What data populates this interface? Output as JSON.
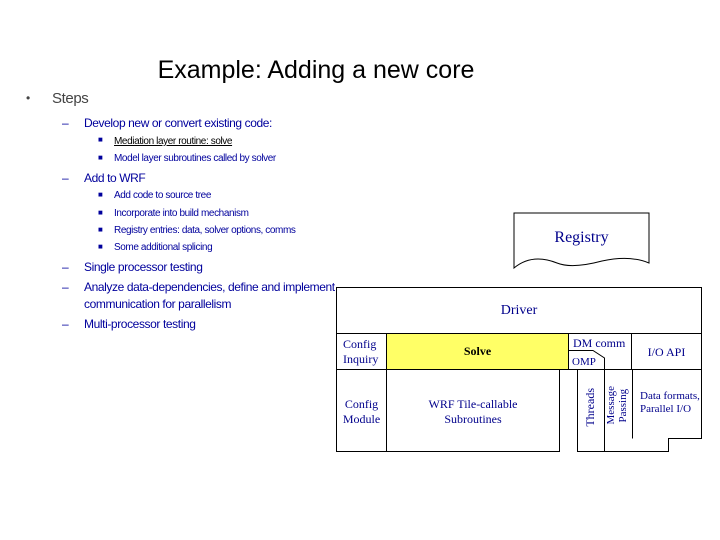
{
  "title": "Example: Adding a new core",
  "steps": {
    "heading": "Steps",
    "items": [
      {
        "label": "Develop new or convert existing code:",
        "sub": [
          "Mediation layer routine: solve",
          "Model layer subroutines called by solver"
        ]
      },
      {
        "label": "Add to WRF",
        "sub": [
          "Add code to source tree",
          "Incorporate into build mechanism",
          "Registry entries: data, solver options, comms",
          "Some additional splicing"
        ]
      },
      {
        "label": "Single processor testing"
      },
      {
        "label": "Analyze data-dependencies, define and implement",
        "label2": "communication for parallelism"
      },
      {
        "label": "Multi-processor testing"
      }
    ]
  },
  "diagram": {
    "registry": "Registry",
    "driver": "Driver",
    "config_inquiry": [
      "Config",
      "Inquiry"
    ],
    "solve": "Solve",
    "dm_comm": "DM comm",
    "omp": "OMP",
    "io_api": "I/O API",
    "config_module": [
      "Config",
      "Module"
    ],
    "wrf_tile": [
      "WRF Tile-callable",
      "Subroutines"
    ],
    "threads": "Threads",
    "message_passing": [
      "Message",
      "Passing"
    ],
    "data_formats": [
      "Data formats,",
      "Parallel I/O"
    ],
    "solve_color": "#ffff66"
  }
}
